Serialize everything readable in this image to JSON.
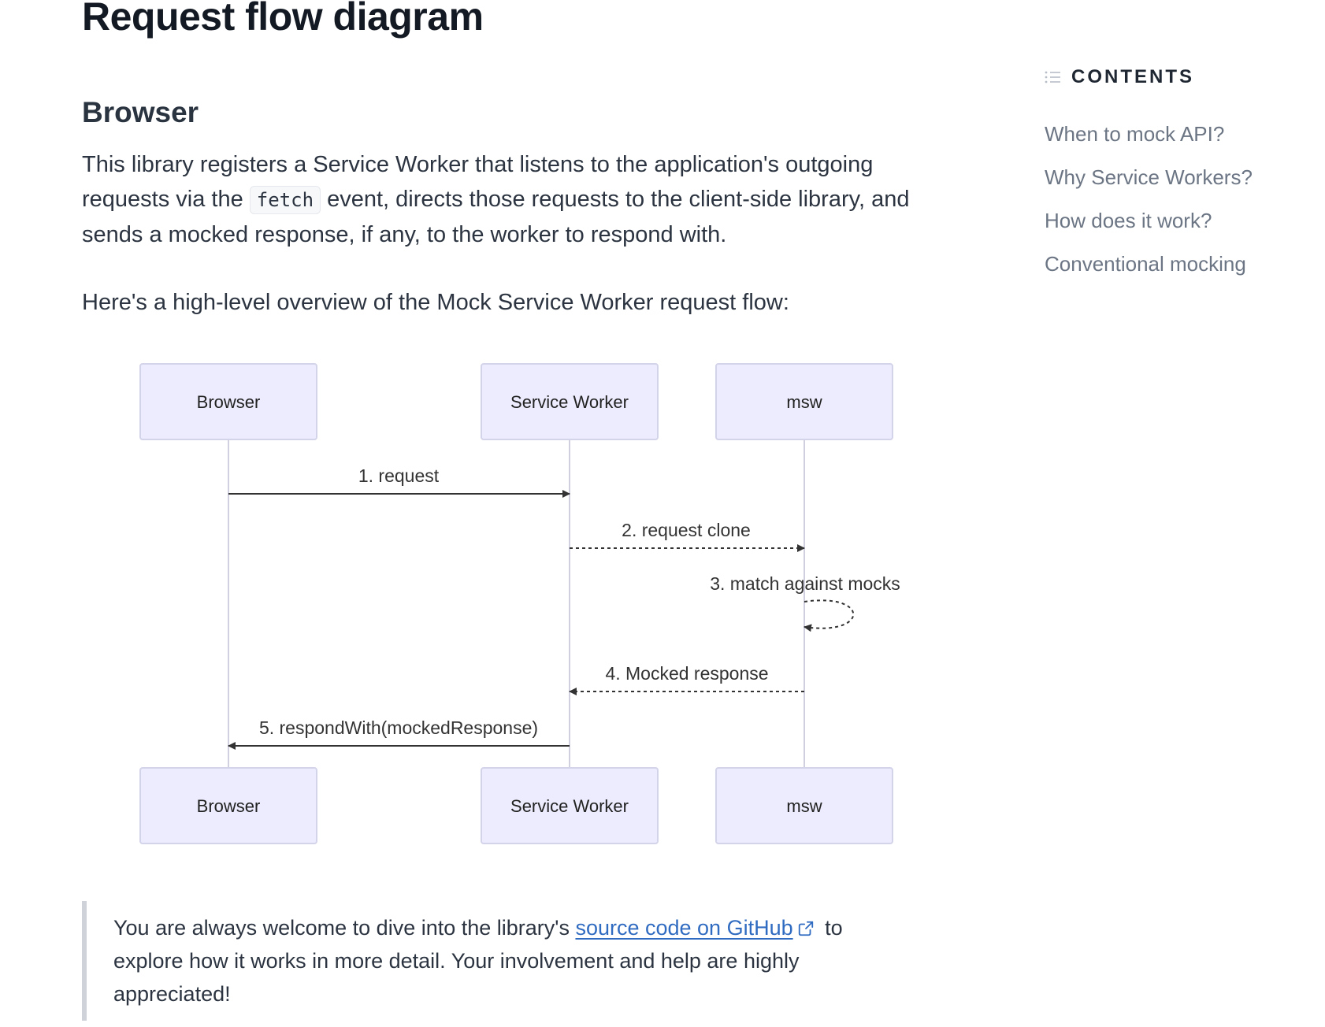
{
  "page": {
    "title": "Request flow diagram",
    "section_heading": "Browser",
    "paragraph1": {
      "before_code": "This library registers a Service Worker that listens to the application's outgoing requests via the ",
      "code": "fetch",
      "after_code": " event, directs those requests to the client-side library, and sends a mocked response, if any, to the worker to respond with."
    },
    "paragraph2": "Here's a high-level overview of the Mock Service Worker request flow:",
    "callout": {
      "before_link": "You are always welcome to dive into the library's ",
      "link_text": "source code on GitHub",
      "after_link": " to explore how it works in more detail. Your involvement and help are highly appreciated!"
    }
  },
  "diagram": {
    "participants": [
      "Browser",
      "Service Worker",
      "msw"
    ],
    "messages": [
      {
        "label": "1. request",
        "from": "Browser",
        "to": "Service Worker",
        "style": "solid"
      },
      {
        "label": "2. request clone",
        "from": "Service Worker",
        "to": "msw",
        "style": "dashed"
      },
      {
        "label": "3. match against mocks",
        "from": "msw",
        "to": "msw",
        "style": "dashed"
      },
      {
        "label": "4. Mocked response",
        "from": "msw",
        "to": "Service Worker",
        "style": "dashed"
      },
      {
        "label": "5. respondWith(mockedResponse)",
        "from": "Service Worker",
        "to": "Browser",
        "style": "solid"
      }
    ],
    "colors": {
      "box_fill": "#ececfe",
      "box_stroke": "#d3d3ea",
      "lifeline": "#d0d0e0",
      "arrow": "#333333"
    }
  },
  "toc": {
    "title": "CONTENTS",
    "icon": "list-icon",
    "items": [
      "When to mock API?",
      "Why Service Workers?",
      "How does it work?",
      "Conventional mocking"
    ]
  },
  "colors": {
    "link": "#2f6bc0",
    "toc_text": "#6b7584",
    "callout_border": "#cfd3d9"
  }
}
